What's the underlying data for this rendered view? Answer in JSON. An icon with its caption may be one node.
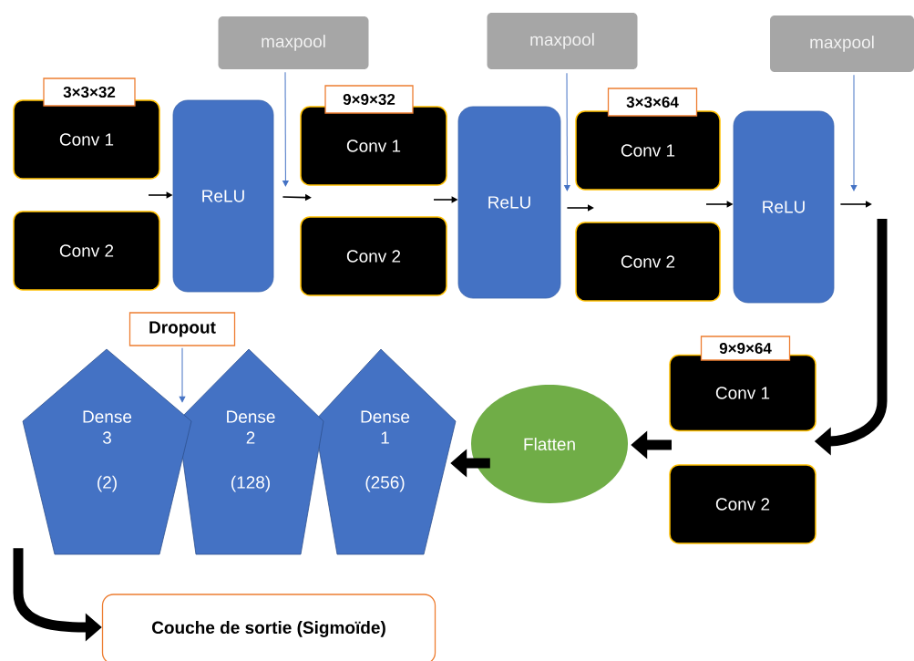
{
  "diagram": {
    "nodes": [
      {
        "text": [
          "maxpool"
        ]
      },
      {
        "text": [
          "maxpool"
        ]
      },
      {
        "text": [
          "maxpool"
        ]
      },
      {
        "text": [
          "3×3×32"
        ]
      },
      {
        "text": [
          "Conv 1"
        ]
      },
      {
        "text": [
          "Conv 2"
        ]
      },
      {
        "text": [
          "ReLU"
        ]
      },
      {
        "text": [
          "9×9×32"
        ]
      },
      {
        "text": [
          "Conv 1"
        ]
      },
      {
        "text": [
          "Conv 2"
        ]
      },
      {
        "text": [
          "ReLU"
        ]
      },
      {
        "text": [
          "3×3×64"
        ]
      },
      {
        "text": [
          "Conv 1"
        ]
      },
      {
        "text": [
          "Conv 2"
        ]
      },
      {
        "text": [
          "ReLU"
        ]
      },
      {
        "text": [
          "9×9×64"
        ]
      },
      {
        "text": [
          "Conv 1"
        ]
      },
      {
        "text": [
          "Conv 2"
        ]
      },
      {
        "text": [
          "Flatten"
        ]
      },
      {
        "text": [
          "Dropout"
        ]
      },
      {
        "text": [
          "Dense 1",
          "(256)"
        ]
      },
      {
        "text": [
          "Dense 2",
          "(128)"
        ]
      },
      {
        "text": [
          "Dense 3",
          "(2)"
        ]
      },
      {
        "text": [
          "Couche de sortie (Sigmoïde)"
        ]
      }
    ],
    "edges": [
      {
        "from": 0,
        "to": 6,
        "arrow": "to",
        "color": "#4472c4"
      },
      {
        "from": 1,
        "to": 10,
        "arrow": "to",
        "color": "#4472c4"
      },
      {
        "from": 2,
        "to": null,
        "arrow": "to",
        "color": "#4472c4"
      },
      {
        "from": null,
        "to": 6,
        "arrow": "to"
      },
      {
        "from": 6,
        "to": 8,
        "arrow": "to"
      },
      {
        "from": null,
        "to": 10,
        "arrow": "to"
      },
      {
        "from": 10,
        "to": null,
        "arrow": "to"
      },
      {
        "from": null,
        "to": 14,
        "arrow": "to"
      },
      {
        "from": 14,
        "to": null,
        "arrow": "to"
      },
      {
        "from": null,
        "to": 16,
        "arrow": "to",
        "style": "thick"
      },
      {
        "from": null,
        "to": 18,
        "arrow": "to",
        "style": "thick"
      },
      {
        "from": 18,
        "to": 20,
        "arrow": "to",
        "style": "thick"
      },
      {
        "from": 19,
        "to": 21,
        "arrow": "to",
        "color": "#4472c4"
      },
      {
        "from": 22,
        "to": 23,
        "arrow": "to",
        "style": "thick"
      }
    ]
  }
}
